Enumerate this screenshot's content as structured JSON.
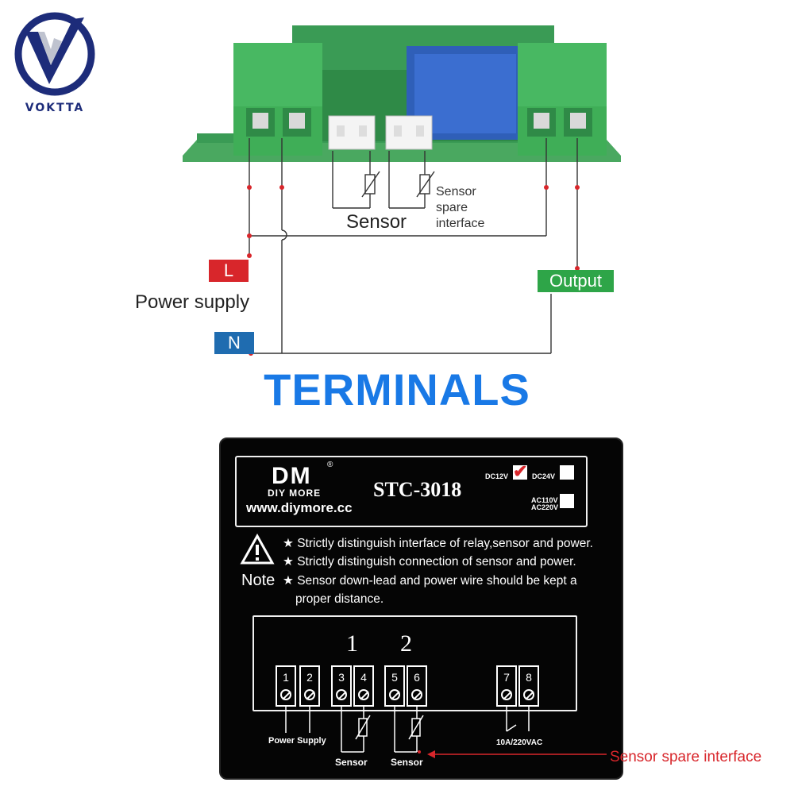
{
  "brand": {
    "name": "VOKTTA"
  },
  "wiring": {
    "L": "L",
    "N": "N",
    "output": "Output",
    "power_supply": "Power supply",
    "sensor": "Sensor",
    "sensor_spare": [
      "Sensor",
      "spare",
      "interface"
    ]
  },
  "title": "TERMINALS",
  "panel": {
    "logo": "DM",
    "registered": "®",
    "logo_sub": "DIY MORE",
    "website": "www.diymore.cc",
    "model": "STC-3018",
    "voltage_options": [
      {
        "label": "DC12V",
        "checked": true
      },
      {
        "label": "DC24V",
        "checked": false
      },
      {
        "label": "AC110V",
        "checked": false
      },
      {
        "label": "AC220V",
        "checked": false
      }
    ],
    "check_mark": "✔",
    "note_word": "Note",
    "notes": [
      "★ Strictly distinguish interface of relay,sensor and power.",
      "★ Strictly distinguish connection of sensor and power.",
      "★ Sensor down-lead and power wire should be kept a",
      "proper distance."
    ],
    "group_numbers": [
      "1",
      "2"
    ],
    "terminal_numbers": [
      "1",
      "2",
      "3",
      "4",
      "5",
      "6",
      "7",
      "8"
    ],
    "label_power_supply": "Power Supply",
    "label_sensor": "Sensor",
    "label_relay": "10A/220VAC",
    "spare_caption": "Sensor spare interface"
  },
  "colors": {
    "accent_blue": "#1979e6",
    "live_red": "#d8262b",
    "neutral_blue": "#1f6cb0",
    "output_green": "#2ea548",
    "terminal_green": "#3fae57",
    "pcb_green": "#3a9b55",
    "relay_blue": "#2f5fb8"
  }
}
